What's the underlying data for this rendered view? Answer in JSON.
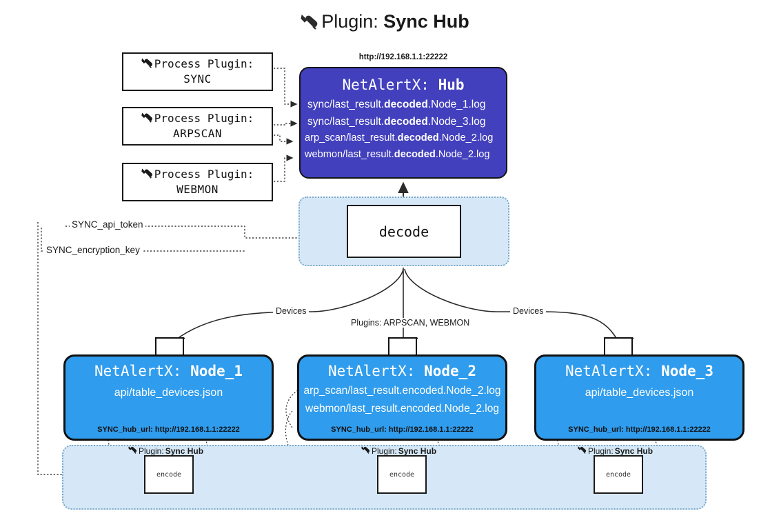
{
  "title": {
    "prefix": "Plugin:",
    "name": "Sync Hub",
    "icon": "plug-icon"
  },
  "process_plugins": [
    {
      "label": "Process Plugin:",
      "name": "SYNC"
    },
    {
      "label": "Process Plugin:",
      "name": "ARPSCAN"
    },
    {
      "label": "Process Plugin:",
      "name": "WEBMON"
    }
  ],
  "hub": {
    "url": "http://192.168.1.1:22222",
    "title_prefix": "NetAlertX:",
    "title_name": "Hub",
    "lines": [
      {
        "pre": "sync/last_result.",
        "mid": "decoded",
        "post": ".Node_1.log"
      },
      {
        "pre": "sync/last_result.",
        "mid": "decoded",
        "post": ".Node_3.log"
      },
      {
        "pre": "arp_scan/last_result.",
        "mid": "decoded",
        "post": ".Node_2.log"
      },
      {
        "pre": "webmon/last_result.",
        "mid": "decoded",
        "post": ".Node_2.log"
      }
    ]
  },
  "decode": {
    "label": "decode"
  },
  "keys": {
    "api_token": "SYNC_api_token",
    "encryption_key": "SYNC_encryption_key"
  },
  "edge_labels": {
    "devices_left": "Devices",
    "devices_right": "Devices",
    "plugins_center": "Plugins: ARPSCAN, WEBMON"
  },
  "nodes": [
    {
      "title_prefix": "NetAlertX:",
      "title_name": "Node_1",
      "lines": [
        "api/table_devices.json"
      ],
      "hub_url": "SYNC_hub_url: http://192.168.1.1:22222",
      "plugin_tag_prefix": "Plugin:",
      "plugin_tag_name": "Sync Hub",
      "encode_label": "encode"
    },
    {
      "title_prefix": "NetAlertX:",
      "title_name": "Node_2",
      "lines": [
        "arp_scan/last_result.encoded.Node_2.log",
        "webmon/last_result.encoded.Node_2.log"
      ],
      "hub_url": "SYNC_hub_url: http://192.168.1.1:22222",
      "plugin_tag_prefix": "Plugin:",
      "plugin_tag_name": "Sync Hub",
      "encode_label": "encode"
    },
    {
      "title_prefix": "NetAlertX:",
      "title_name": "Node_3",
      "lines": [
        "api/table_devices.json"
      ],
      "hub_url": "SYNC_hub_url: http://192.168.1.1:22222",
      "plugin_tag_prefix": "Plugin:",
      "plugin_tag_name": "Sync Hub",
      "encode_label": "encode"
    }
  ],
  "colors": {
    "hub_fill": "#4240bd",
    "node_fill": "#2f9ced",
    "panel_fill": "#d6e8f7",
    "panel_border": "#7aa7c7",
    "stroke": "#1a1a1a"
  }
}
